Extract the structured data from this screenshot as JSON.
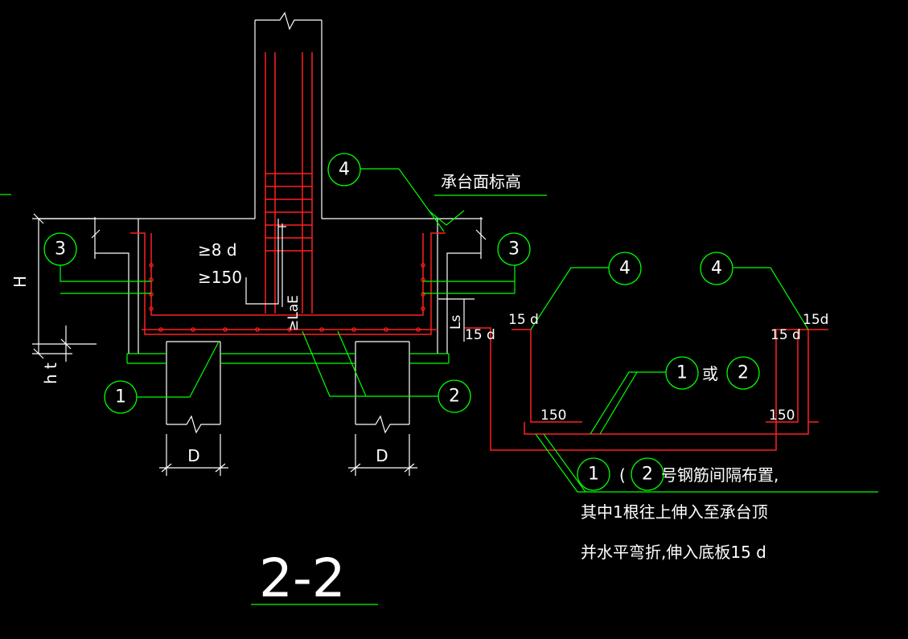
{
  "section": {
    "title": "2-2"
  },
  "labels": {
    "elevation": "承台面标高",
    "min_anchor_d": "≥8 d",
    "min_anchor_mm": "≥150",
    "laE": "≥LaE",
    "H": "H",
    "ht": "h t",
    "Ls": "Ls",
    "D": "D",
    "d15": "15 d",
    "d15_alt": "15d",
    "dim150": "150",
    "or": "或"
  },
  "markers": {
    "m1": "1",
    "m2": "2",
    "m3": "3",
    "m4": "4"
  },
  "note": {
    "line1_paren": "(",
    "line1_text": "号钢筋间隔布置,",
    "line2": "其中1根往上伸入至承台顶",
    "line3": "并水平弯折,伸入底板15 d"
  },
  "colors": {
    "background": "#000000",
    "outline": "#ffffff",
    "leader": "#00ff00",
    "rebar": "#ff2020"
  }
}
